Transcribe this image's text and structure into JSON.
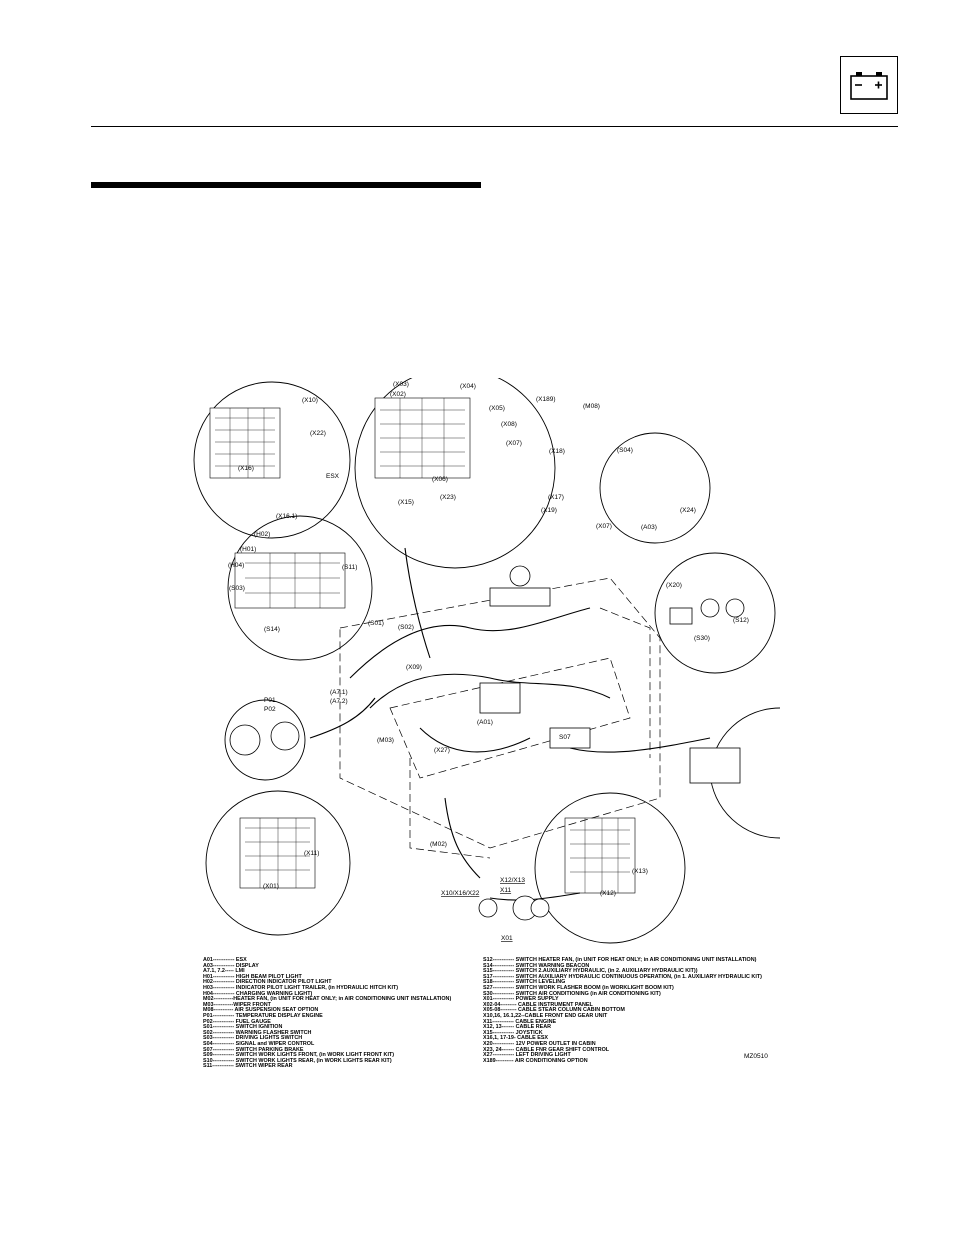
{
  "header": {
    "icon": "battery-icon"
  },
  "figure": {
    "callouts": {
      "x10": "(X10)",
      "x22": "(X22)",
      "x16": "(X16)",
      "esx": "ESX",
      "x16_1": "(X16.1)",
      "x03": "(X03)",
      "x04": "(X04)",
      "x02": "(X02)",
      "x05": "(X05)",
      "x189": "(X189)",
      "m08": "(M08)",
      "x08": "(X08)",
      "x07": "(X07)",
      "x18": "(X18)",
      "x06": "(X06)",
      "x15": "(X15)",
      "x23": "(X23)",
      "x17": "(X17)",
      "x19": "(X19)",
      "s04": "(S04)",
      "x24": "(X24)",
      "a03": "(A03)",
      "x07b": "(X07)",
      "h02": "(H02)",
      "h01": "(H01)",
      "h04": "(H04)",
      "s03": "(S03)",
      "s11": "(S11)",
      "s14": "(S14)",
      "x20": "(X20)",
      "s30": "(S30)",
      "s12": "(S12)",
      "s01": "(S01)",
      "s02": "(S02)",
      "x09": "(X09)",
      "a7_1": "(A7.1)",
      "a7_2": "(A7.2)",
      "p01": "P01",
      "p02": "P02",
      "m03": "(M03)",
      "x27": "(X27)",
      "a01": "(A01)",
      "s07": "S07",
      "x11": "(X11)",
      "x01": "(X01)",
      "m02": "(M02)",
      "x13": "(X13)",
      "x12": "(X12)",
      "label_x12x13": "X12/X13",
      "label_x11": "X11",
      "label_x10x16x22": "X10/X16/X22",
      "label_x01": "X01"
    }
  },
  "legend_left": [
    "A01------------ ESX",
    "A03------------ DISPLAY",
    "A7.1, 7.2----- LMI",
    "H01------------ HIGH BEAM PILOT LIGHT",
    "H02------------ DIRECTION INDICATOR PILOT LIGHT",
    "H03------------ INDICATOR PILOT LIGHT TRAILER, (in HYDRAULIC HITCH KIT)",
    "H04------------ CHARGING WARNING LIGHT)",
    "M02-----------HEATER FAN, (in UNIT FOR HEAT ONLY; in AIR CONDITIONING UNIT INSTALLATION)",
    "M03-----------WIPER FRONT",
    "M08----------- AIR SUSPENSION SEAT OPTION",
    "P01------------ TEMPERATURE DISPLAY ENGINE",
    "P02------------ FUEL GAUGE",
    "S01------------ SWITCH IGNITION",
    "S02------------ WARNING FLASHER SWITCH",
    "S03------------ DRIVING LIGHTS SWITCH",
    "S04------------ SIGNAL and WIPER CONTROL",
    "S07------------ SWITCH PARKING BRAKE",
    "S09------------ SWITCH WORK LIGHTS FRONT, (in WORK LIGHT FRONT KIT)",
    "S10------------ SWITCH WORK LIGHTS REAR, (in WORK LIGHTS REAR KIT)",
    "S11------------ SWITCH WIPER REAR"
  ],
  "legend_right": [
    "S12------------ SWITCH HEATER FAN, (in UNIT FOR HEAT ONLY; in AIR CONDITIONING UNIT INSTALLATION)",
    "S14------------ SWITCH WARNING BEACON",
    "S15------------ SWITCH 2.AUXILIARY HYDRAULIC, (in 2. AUXILIARY HYDRAULIC KIT))",
    "S17------------ SWITCH AUXILIARY HYDRAULIC CONTINUOUS OPERATION, (in 1. AUXILIARY HYDRAULIC KIT)",
    "S18------------ SWITCH LEVELING",
    "S27------------ SWITCH WORK FLASHER BOOM (in WORKLIGHT BOOM KIT)",
    "S30------------ SWITCH AIR CONDITIONING (in AIR CONDITIONING KIT)",
    "X01------------ POWER SUPPLY",
    "X02-04--------- CABLE INSTRUMENT PANEL",
    "X05-08--------- CABLE STEAR COLUMN CABIN BOTTOM",
    "X10,16, 16.1,22--CABLE FRONT END GEAR UNIT",
    "X11------------ CABLE ENGINE",
    "X12, 13------- CABLE REAR",
    "X15------------ JOYSTICK",
    "X16,1, 17-19- CABLE ESX",
    "X20------------ 12V POWER OUTLET IN CABIN",
    "X23, 24------- CABLE FNR GEAR SHIFT CONTROL",
    "X27------------ LEFT DRIVING LIGHT",
    "X189---------- AIR CONDITIONING OPTION"
  ],
  "figure_code": "MZ0510"
}
